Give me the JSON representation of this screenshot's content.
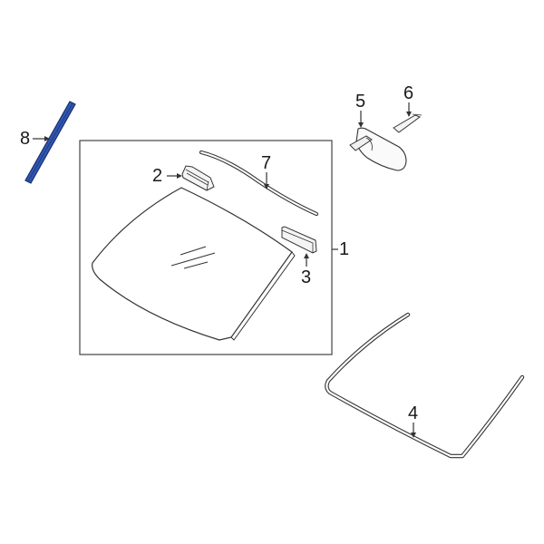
{
  "diagram": {
    "type": "exploded-parts-diagram",
    "subject": "Windshield assembly",
    "colors": {
      "line": "#333333",
      "highlight_fill": "#2f57b0",
      "highlight_stroke": "#1a2f6e",
      "background": "#ffffff"
    },
    "callouts": [
      {
        "id": "1",
        "label": "1",
        "part": "windshield-glass-assembly"
      },
      {
        "id": "2",
        "label": "2",
        "part": "upper-bracket-clip"
      },
      {
        "id": "3",
        "label": "3",
        "part": "side-spacer-block"
      },
      {
        "id": "4",
        "label": "4",
        "part": "windshield-molding"
      },
      {
        "id": "5",
        "label": "5",
        "part": "rear-view-mirror"
      },
      {
        "id": "6",
        "label": "6",
        "part": "mirror-mount-bracket"
      },
      {
        "id": "7",
        "label": "7",
        "part": "upper-reveal-molding"
      },
      {
        "id": "8",
        "label": "8",
        "part": "pillar-molding-highlighted"
      }
    ]
  }
}
